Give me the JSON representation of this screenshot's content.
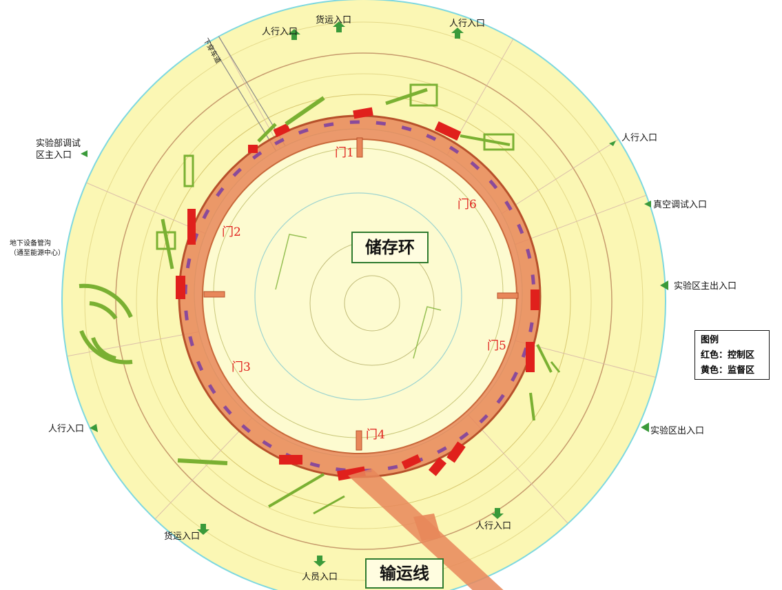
{
  "center_label": "储存环",
  "beamline_label": "输运线",
  "tunnel_label": "下穿车道",
  "gates": [
    "门1",
    "门2",
    "门3",
    "门4",
    "门5",
    "门6"
  ],
  "entrances": {
    "people_top": "人行入口",
    "cargo_top": "货运入口",
    "people_top_right": "人行入口",
    "people_right_upper": "人行入口",
    "vacuum_debug": "真空调试入口",
    "exp_main": "实验区主出入口",
    "exp_exit": "实验区出入口",
    "people_bottom_right": "人行入口",
    "staff_bottom": "人员入口",
    "cargo_bottom": "货运入口",
    "people_left": "人行入口",
    "dept_debug_line1": "实验部调试",
    "dept_debug_line2": "区主入口",
    "utility_line1": "地下设备管沟",
    "utility_line2": "（通至能源中心）"
  },
  "legend": {
    "title": "图例",
    "red": "红色：控制区",
    "yellow": "黄色：监督区"
  },
  "colors": {
    "supervised_area": "#fbf7b4",
    "control_area": "#e0201c",
    "ring_tunnel": "#e8875a",
    "boundary": "#7dd8e0",
    "beamline_equipment": "#7ab032",
    "arrow": "#3a9a3a"
  }
}
